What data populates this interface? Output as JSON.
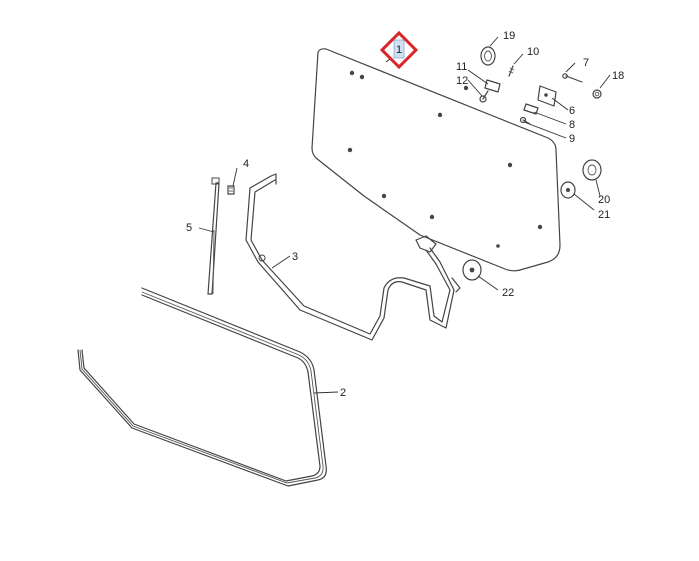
{
  "diagram": {
    "highlight_color": "#d9262a",
    "line_color": "#444444",
    "highlighted_callout": "1",
    "callouts": [
      {
        "id": "c1",
        "text": "1"
      },
      {
        "id": "c2",
        "text": "2"
      },
      {
        "id": "c3",
        "text": "3"
      },
      {
        "id": "c4",
        "text": "4"
      },
      {
        "id": "c5",
        "text": "5"
      },
      {
        "id": "c6",
        "text": "6"
      },
      {
        "id": "c7",
        "text": "7"
      },
      {
        "id": "c8",
        "text": "8"
      },
      {
        "id": "c9",
        "text": "9"
      },
      {
        "id": "c10",
        "text": "10"
      },
      {
        "id": "c11",
        "text": "11"
      },
      {
        "id": "c12",
        "text": "12"
      },
      {
        "id": "c18",
        "text": "18"
      },
      {
        "id": "c19",
        "text": "19"
      },
      {
        "id": "c20",
        "text": "20"
      },
      {
        "id": "c21",
        "text": "21"
      },
      {
        "id": "c22",
        "text": "22"
      }
    ]
  }
}
